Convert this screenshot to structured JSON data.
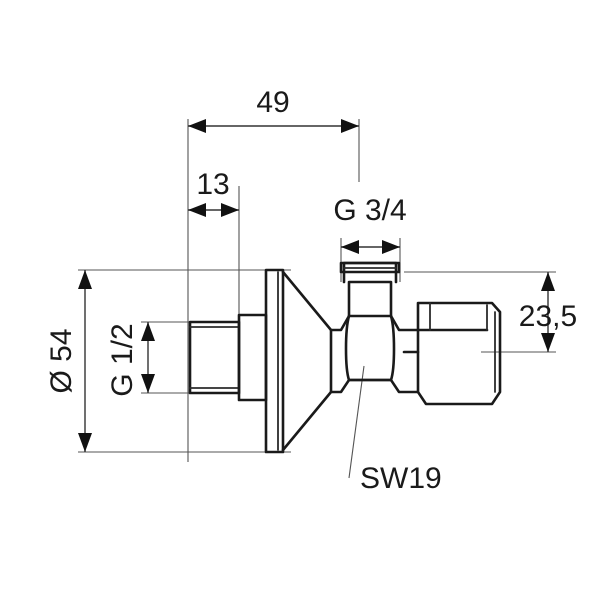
{
  "drawing": {
    "title": "Angle valve dimensional drawing",
    "view": "side elevation section",
    "units": "mm",
    "background_color": "#ffffff",
    "line_color": "#1a1a1a",
    "dimension_color": "#333333"
  },
  "dimensions": {
    "overall_length": {
      "label": "49",
      "orientation": "horizontal",
      "position": "top"
    },
    "thread_length_left": {
      "label": "13",
      "orientation": "horizontal",
      "position": "upper-left"
    },
    "outlet_thread": {
      "label": "G 3/4",
      "orientation": "horizontal",
      "position": "top-right"
    },
    "inlet_thread": {
      "label": "G 1/2",
      "orientation": "vertical",
      "position": "left"
    },
    "rosette_diameter": {
      "label": "Ø 54",
      "orientation": "vertical",
      "position": "far-left"
    },
    "offset_height": {
      "label": "23,5",
      "orientation": "vertical",
      "position": "far-right"
    },
    "wrench_size": {
      "label": "SW19",
      "orientation": "leader",
      "position": "bottom-center"
    }
  },
  "labels": [
    {
      "id": "dim-49",
      "text": "49"
    },
    {
      "id": "dim-13",
      "text": "13"
    },
    {
      "id": "dim-g34",
      "text": "G 3/4"
    },
    {
      "id": "dim-g12",
      "text": "G 1/2"
    },
    {
      "id": "dim-d54",
      "text": "Ø 54"
    },
    {
      "id": "dim-235",
      "text": "23,5"
    },
    {
      "id": "dim-sw19",
      "text": "SW19"
    }
  ]
}
